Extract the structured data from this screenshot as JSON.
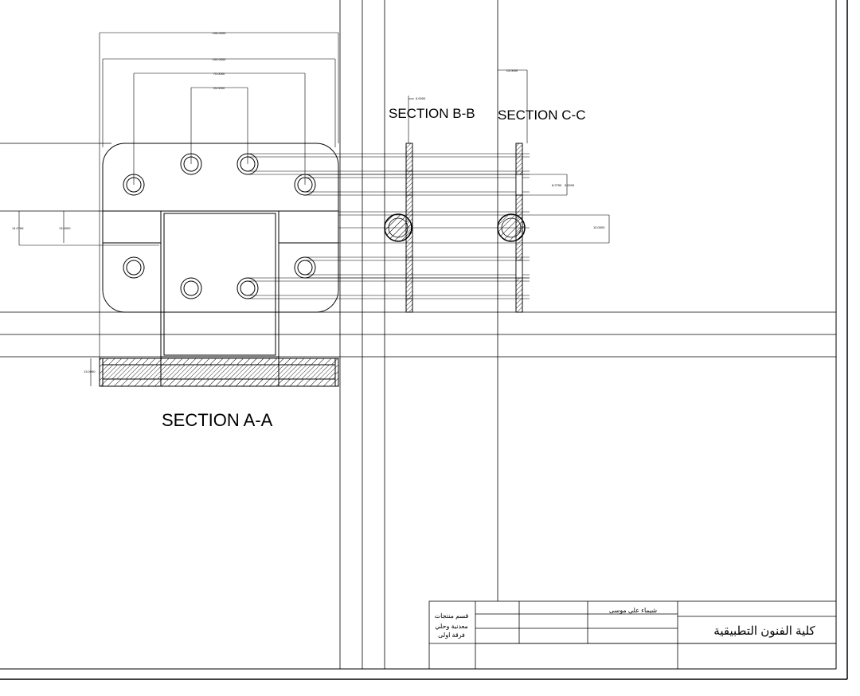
{
  "sections": {
    "a": "SECTION A-A",
    "b": "SECTION B-B",
    "c": "SECTION C-C"
  },
  "dimensions": {
    "overall_width": "106.0000",
    "hole_span_outer": "100.0000",
    "hole_span_mid": "70.0000",
    "hole_span_inner": "25.0000",
    "thickness_b": "6.0000",
    "thickness_c": "13.0000",
    "height_left_1": "14.0766",
    "height_left_2": "13.0000",
    "hole_dia_1": "8.2750",
    "hole_dia_2": "5.0000",
    "pin_dia": "10.0000",
    "plate_thickness": "13.0000"
  },
  "title_block": {
    "department_line1": "قسم منتجات",
    "department_line2": "معدنية وحلي",
    "department_line3": "فرقة اولى",
    "student_name": "شيماء علي موسى",
    "faculty": "كلية الفنون التطبيقية"
  },
  "colors": {
    "line": "#000000",
    "hatch": "#000000",
    "background": "#ffffff"
  }
}
